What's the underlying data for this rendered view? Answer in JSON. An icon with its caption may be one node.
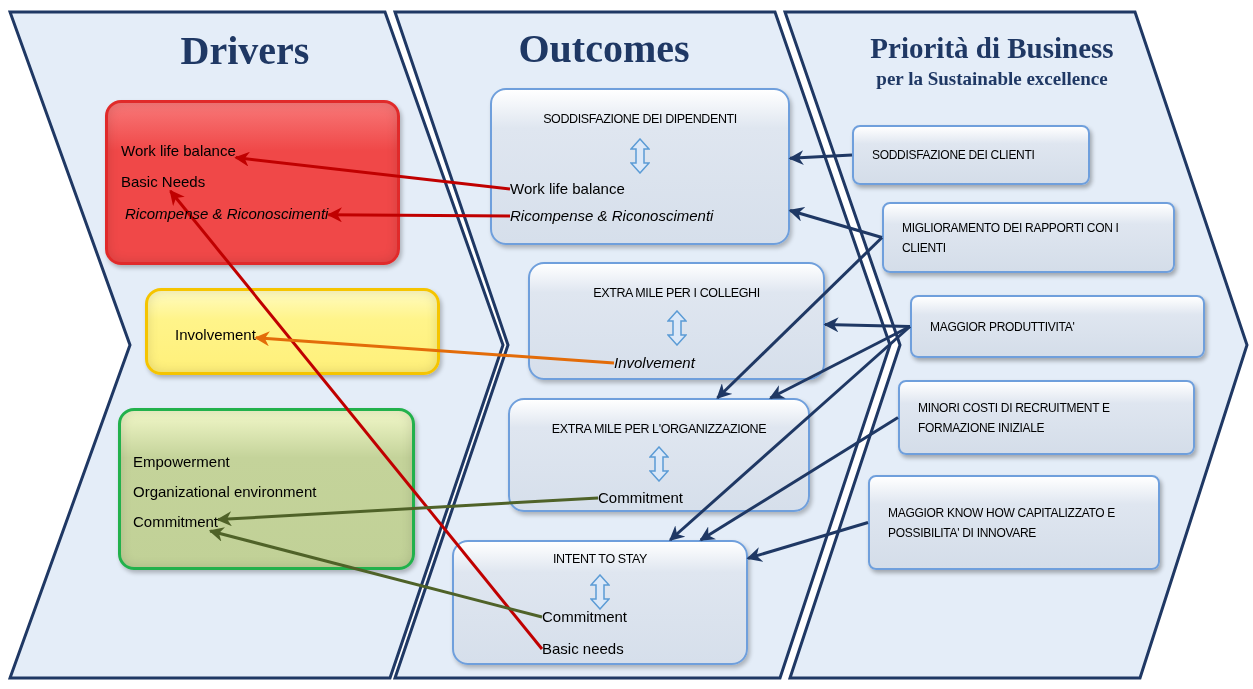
{
  "diagram": {
    "nodes": [
      {
        "text": [
          "Drivers"
        ]
      },
      {
        "text": [
          "Outcomes"
        ]
      },
      {
        "text": [
          "Priorità di Business",
          "per la Sustainable excellence"
        ]
      },
      {
        "text": [],
        "shape": "box",
        "in": 0
      },
      {
        "text": [
          "Work life balance"
        ],
        "in": 3
      },
      {
        "text": [
          "Basic Needs"
        ],
        "in": 3
      },
      {
        "text": [
          "Ricompense & Riconoscimenti"
        ],
        "in": 3
      },
      {
        "text": [],
        "shape": "box",
        "in": 0
      },
      {
        "text": [
          "Involvement"
        ],
        "in": 7
      },
      {
        "text": [],
        "shape": "box",
        "in": 0
      },
      {
        "text": [
          "Empowerment"
        ],
        "in": 9
      },
      {
        "text": [
          "Organizational environment"
        ],
        "in": 9
      },
      {
        "text": [
          "Commitment"
        ],
        "in": 9
      },
      {
        "text": [
          "SODDISFAZIONE DEI DIPENDENTI"
        ],
        "in": 1
      },
      {
        "text": [
          "Work life balance"
        ],
        "in": 13
      },
      {
        "text": [
          "Ricompense & Riconoscimenti"
        ],
        "in": 13
      },
      {
        "text": [
          "EXTRA MILE PER I COLLEGHI"
        ],
        "in": 1
      },
      {
        "text": [
          "Involvement"
        ],
        "in": 16
      },
      {
        "text": [
          "EXTRA MILE PER L'ORGANIZZAZIONE"
        ],
        "in": 1
      },
      {
        "text": [
          "Commitment"
        ],
        "in": 18
      },
      {
        "text": [
          "INTENT TO STAY"
        ],
        "in": 1
      },
      {
        "text": [
          "Commitment"
        ],
        "in": 20
      },
      {
        "text": [
          "Basic needs"
        ],
        "in": 20
      },
      {
        "text": [
          "SODDISFAZIONE DEI CLIENTI"
        ],
        "in": 2
      },
      {
        "text": [
          "MIGLIORAMENTO DEI RAPPORTI CON I CLIENTI"
        ],
        "in": 2
      },
      {
        "text": [
          "MAGGIOR PRODUTTIVITA'"
        ],
        "in": 2
      },
      {
        "text": [
          "MINORI COSTI DI RECRUITMENT E FORMAZIONE INIZIALE"
        ],
        "in": 2
      },
      {
        "text": [
          "MAGGIOR KNOW HOW CAPITALIZZATO E POSSIBILITA' DI INNOVARE"
        ],
        "in": 2
      }
    ],
    "edges": [
      {
        "from": 14,
        "to": 4,
        "arrow": "to",
        "color": "#c00000"
      },
      {
        "from": 15,
        "to": 6,
        "arrow": "to",
        "color": "#c00000"
      },
      {
        "from": 22,
        "to": 5,
        "arrow": "to",
        "color": "#c00000"
      },
      {
        "from": 17,
        "to": 8,
        "arrow": "to",
        "color": "#e36c09"
      },
      {
        "from": 19,
        "to": 12,
        "arrow": "to",
        "color": "#4f6228"
      },
      {
        "from": 21,
        "to": 12,
        "arrow": "to",
        "color": "#4f6228"
      },
      {
        "from": 23,
        "to": 13,
        "arrow": "to"
      },
      {
        "from": 24,
        "to": 13,
        "arrow": "to"
      },
      {
        "from": 24,
        "to": 18,
        "arrow": "to"
      },
      {
        "from": 25,
        "to": 16,
        "arrow": "to"
      },
      {
        "from": 25,
        "to": 18,
        "arrow": "to"
      },
      {
        "from": 25,
        "to": 20,
        "arrow": "to"
      },
      {
        "from": 26,
        "to": 20,
        "arrow": "to"
      },
      {
        "from": 27,
        "to": 20,
        "arrow": "to"
      }
    ]
  }
}
